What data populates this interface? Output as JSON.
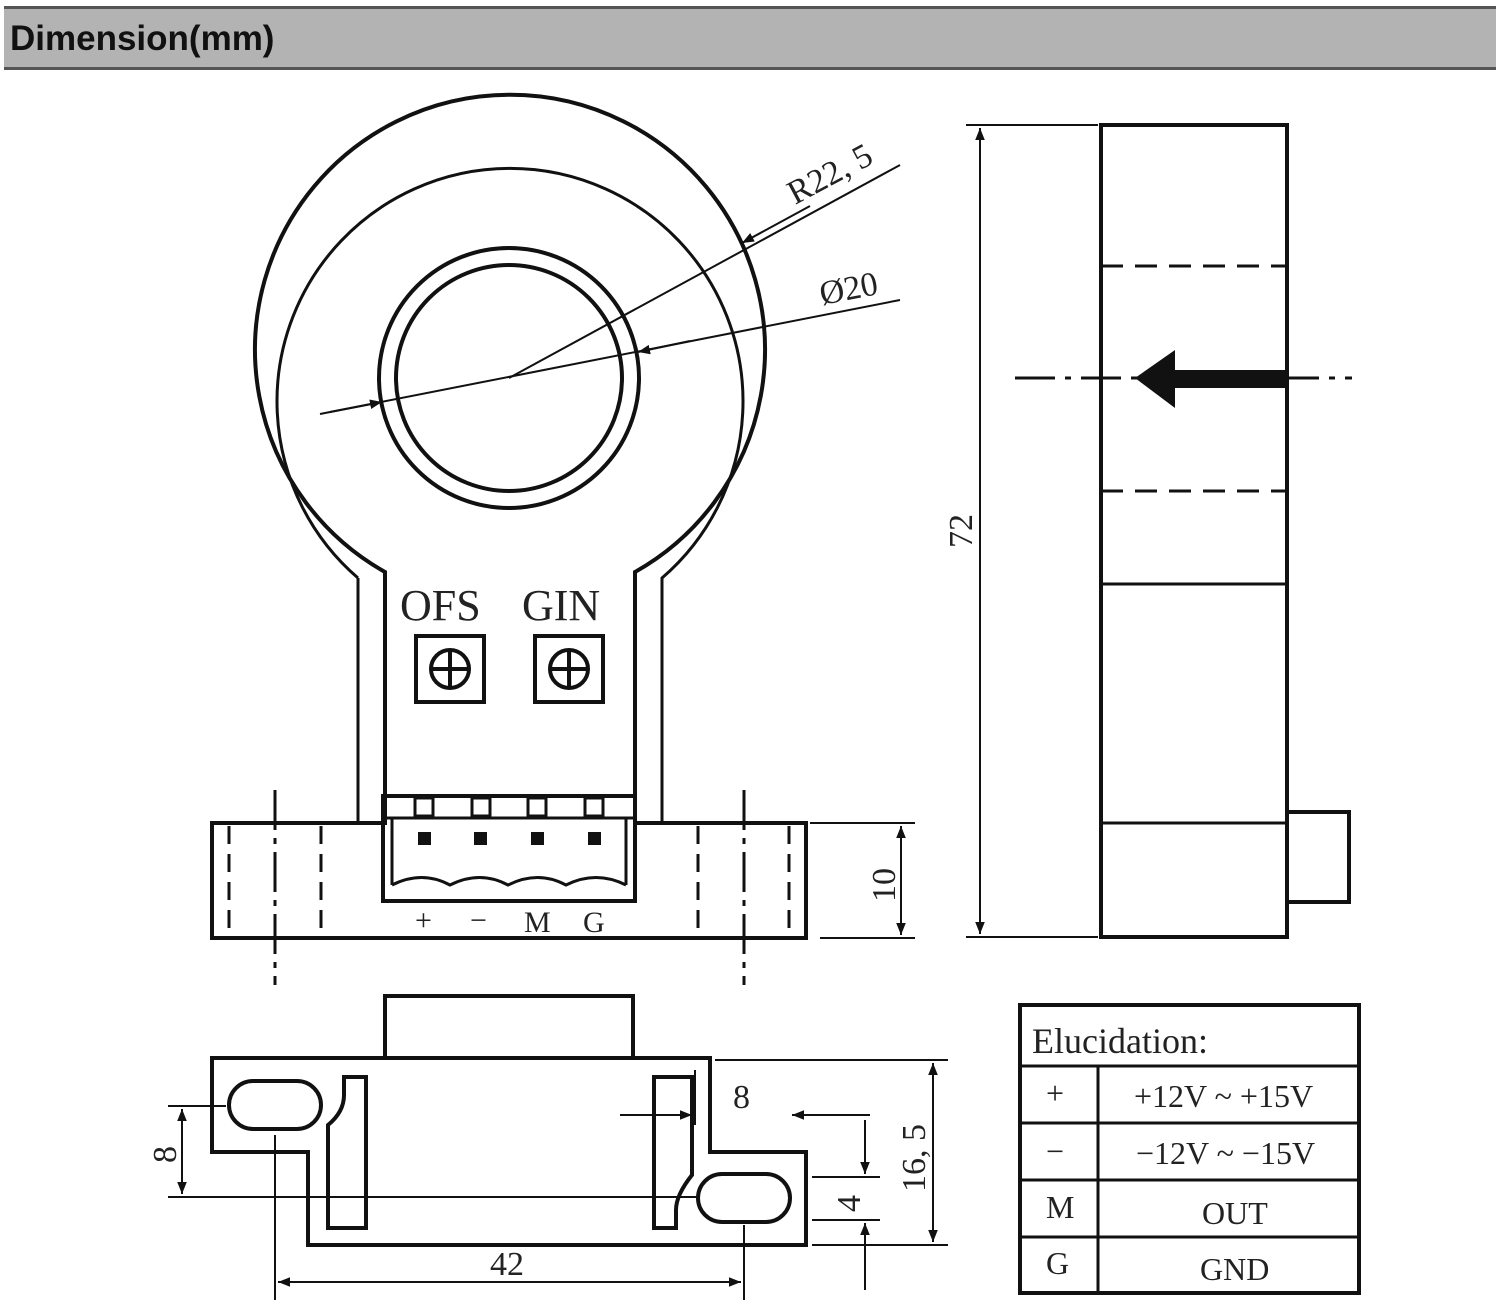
{
  "header": {
    "title": "Dimension(mm)"
  },
  "front_view": {
    "radius_label": "R22, 5",
    "diameter_label": "Ø20",
    "adjusters": [
      "OFS",
      "GIN"
    ],
    "terminals": [
      "+",
      "−",
      "M",
      "G"
    ],
    "height_label": "10"
  },
  "side_view": {
    "height_label": "72"
  },
  "bottom_view": {
    "slot_left_label": "8",
    "slot_right_label": "8",
    "spacing_label": "42",
    "depth_label": "16, 5",
    "offset_label": "4"
  },
  "legend": {
    "title": "Elucidation:",
    "rows": [
      {
        "pin": "+",
        "desc": "+12V ~ +15V"
      },
      {
        "pin": "−",
        "desc": "−12V ~ −15V"
      },
      {
        "pin": "M",
        "desc": "OUT"
      },
      {
        "pin": "G",
        "desc": "GND"
      }
    ]
  }
}
